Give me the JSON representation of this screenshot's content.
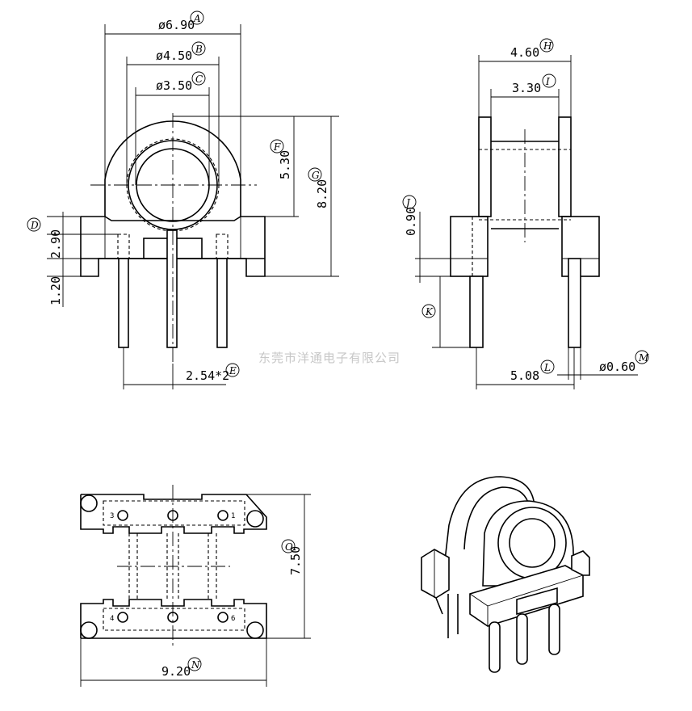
{
  "watermark": "东莞市洋通电子有限公司",
  "dimensions": {
    "A": {
      "value": "ø6.90",
      "tag": "A"
    },
    "B": {
      "value": "ø4.50",
      "tag": "B"
    },
    "C": {
      "value": "ø3.50",
      "tag": "C"
    },
    "D": {
      "value": "2.90",
      "tag": "D"
    },
    "D2": {
      "value": "1.20"
    },
    "E": {
      "value": "2.54*2",
      "tag": "E"
    },
    "F": {
      "value": "5.30",
      "tag": "F"
    },
    "G": {
      "value": "8.20",
      "tag": "G"
    },
    "H": {
      "value": "4.60",
      "tag": "H"
    },
    "I": {
      "value": "3.30",
      "tag": "I"
    },
    "J": {
      "value": "0.90",
      "tag": "J"
    },
    "K": {
      "tag": "K"
    },
    "L": {
      "value": "5.08",
      "tag": "L"
    },
    "M": {
      "value": "ø0.60",
      "tag": "M"
    },
    "N": {
      "value": "9.20",
      "tag": "N"
    },
    "O": {
      "value": "7.50",
      "tag": "O"
    }
  },
  "pin_labels": {
    "p1": "1",
    "p3": "3",
    "p4": "4",
    "p6": "6"
  }
}
